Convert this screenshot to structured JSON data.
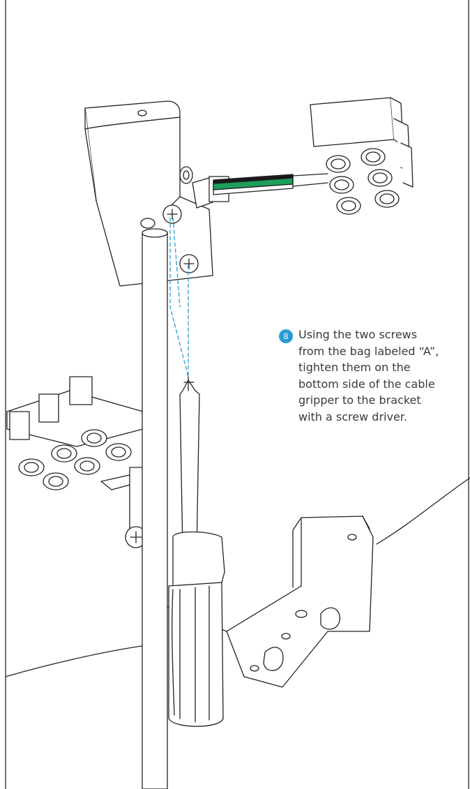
{
  "step": {
    "number": "8",
    "text": "Using the two screws\nfrom the bag labeled “A”,\ntighten them on the\nbottom side of the cable\ngripper to the bracket\nwith a screw driver."
  },
  "colors": {
    "accent": "#2a9ad8",
    "wire_green": "#1e9e5a",
    "wire_black": "#1a1a1a",
    "line": "#222222"
  },
  "illustration": {
    "parts": [
      "bracket-upper",
      "cable-gripper",
      "terminal-block-right",
      "terminal-block-left",
      "pole",
      "screwdriver",
      "bracket-lower",
      "screws"
    ]
  }
}
